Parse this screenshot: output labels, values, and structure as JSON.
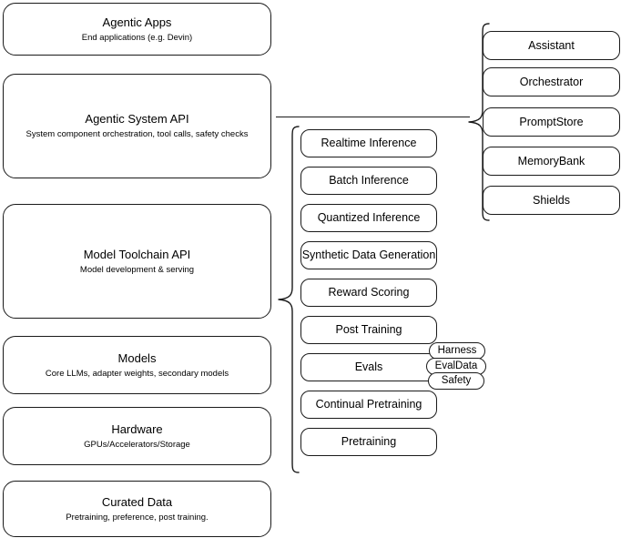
{
  "diagram": {
    "title": "AI stack layers diagram",
    "stroke_color": "#1a1a1a",
    "background_color": "#ffffff"
  },
  "layers": [
    {
      "id": "agentic-apps",
      "title": "Agentic Apps",
      "subtitle": "End applications (e.g. Devin)"
    },
    {
      "id": "agentic-system-api",
      "title": "Agentic System API",
      "subtitle": "System component orchestration, tool calls, safety checks"
    },
    {
      "id": "model-toolchain-api",
      "title": "Model Toolchain API",
      "subtitle": "Model development & serving"
    },
    {
      "id": "models",
      "title": "Models",
      "subtitle": "Core LLMs, adapter weights, secondary models"
    },
    {
      "id": "hardware",
      "title": "Hardware",
      "subtitle": "GPUs/Accelerators/Storage"
    },
    {
      "id": "curated-data",
      "title": "Curated Data",
      "subtitle": "Pretraining, preference, post training."
    }
  ],
  "toolchain_items": [
    {
      "id": "realtime-inference",
      "label": "Realtime Inference"
    },
    {
      "id": "batch-inference",
      "label": "Batch Inference"
    },
    {
      "id": "quantized-inference",
      "label": "Quantized Inference"
    },
    {
      "id": "synthetic-data-generation",
      "label": "Synthetic Data Generation"
    },
    {
      "id": "reward-scoring",
      "label": "Reward Scoring"
    },
    {
      "id": "post-training",
      "label": "Post Training"
    },
    {
      "id": "evals",
      "label": "Evals"
    },
    {
      "id": "continual-pretraining",
      "label": "Continual Pretraining"
    },
    {
      "id": "pretraining",
      "label": "Pretraining"
    }
  ],
  "evals_badges": [
    {
      "id": "harness",
      "label": "Harness"
    },
    {
      "id": "evaldata",
      "label": "EvalData"
    },
    {
      "id": "safety",
      "label": "Safety"
    }
  ],
  "system_items": [
    {
      "id": "assistant",
      "label": "Assistant"
    },
    {
      "id": "orchestrator",
      "label": "Orchestrator"
    },
    {
      "id": "promptstore",
      "label": "PromptStore"
    },
    {
      "id": "memorybank",
      "label": "MemoryBank"
    },
    {
      "id": "shields",
      "label": "Shields"
    }
  ]
}
